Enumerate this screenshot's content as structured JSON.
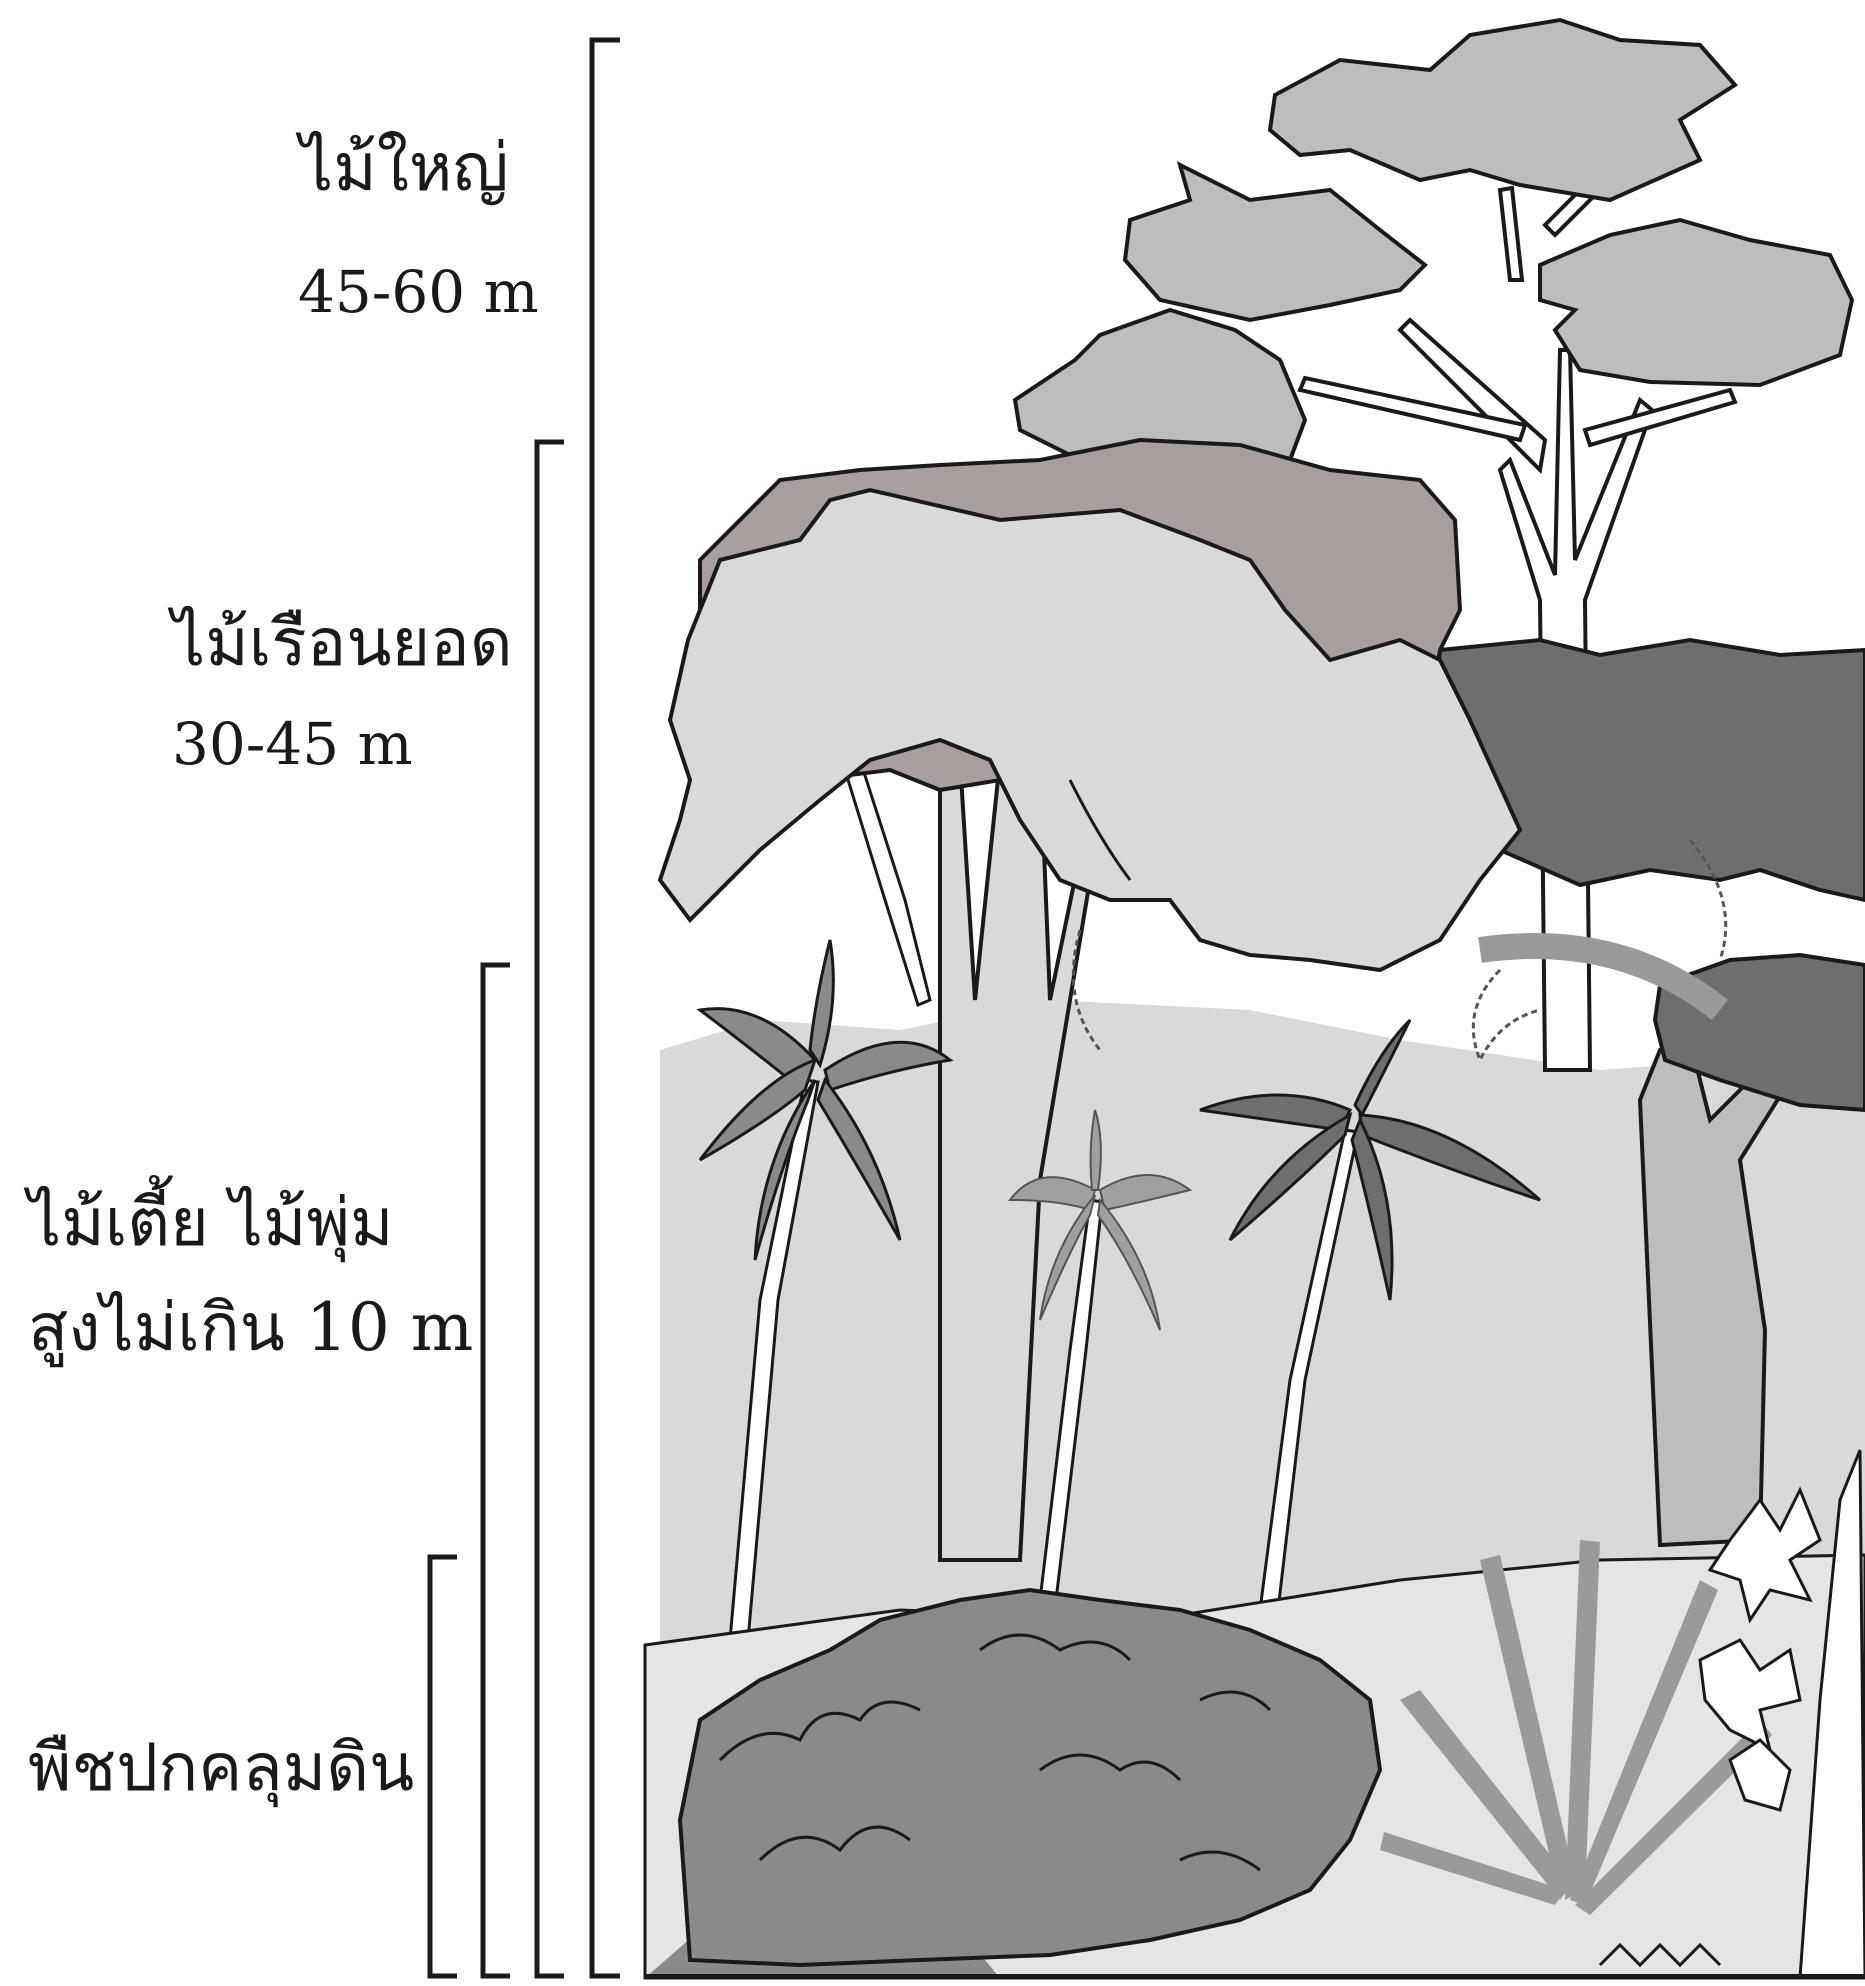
{
  "layers": [
    {
      "name": "ไม้ใหญ่",
      "height": "45-60 m"
    },
    {
      "name": "ไม้เรือนยอด",
      "height": "30-45 m"
    },
    {
      "name": "ไม้เตี้ย ไม้พุ่ม",
      "height": "สูงไม่เกิน 10 m"
    },
    {
      "name": "พืชปกคลุมดิน",
      "height": ""
    }
  ],
  "colors": {
    "background": "#ffffff",
    "light_gray": "#d9d9d9",
    "mid_gray": "#bdbdbd",
    "dark_gray": "#6e6e6e",
    "canopy_tan": "#a89e9e",
    "ground": "#e6e4e6",
    "line": "#1a1a1a"
  },
  "icons": [
    "emergent-tree-icon",
    "canopy-tree-icon",
    "palm-icon",
    "shrub-icon",
    "fern-icon"
  ]
}
